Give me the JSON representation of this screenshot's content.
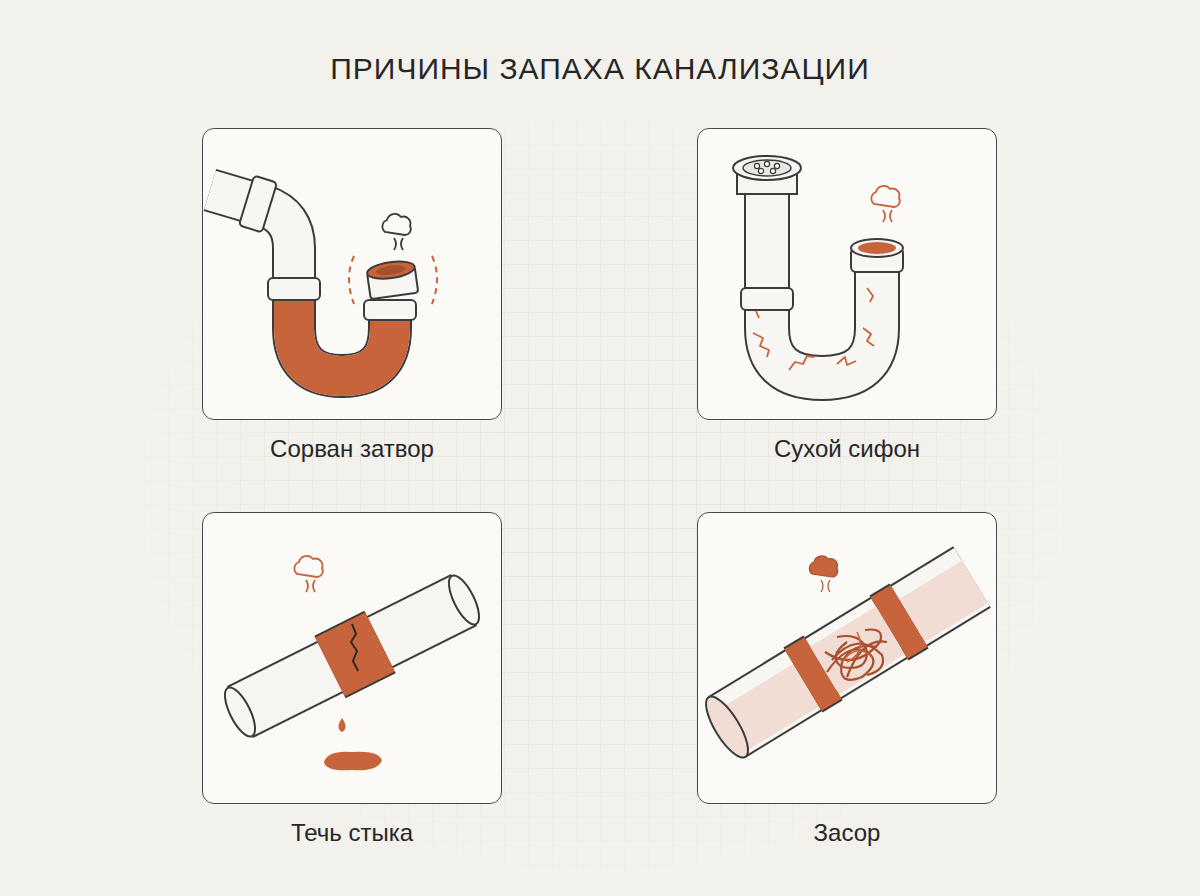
{
  "diagram": {
    "title": "ПРИЧИНЫ ЗАПАХА КАНАЛИЗАЦИИ",
    "nodes": [
      {
        "text": [
          "Сорван затвор"
        ]
      },
      {
        "text": [
          "Сухой сифон"
        ]
      },
      {
        "text": [
          "Течь стыка"
        ]
      },
      {
        "text": [
          "Засор"
        ]
      }
    ]
  }
}
